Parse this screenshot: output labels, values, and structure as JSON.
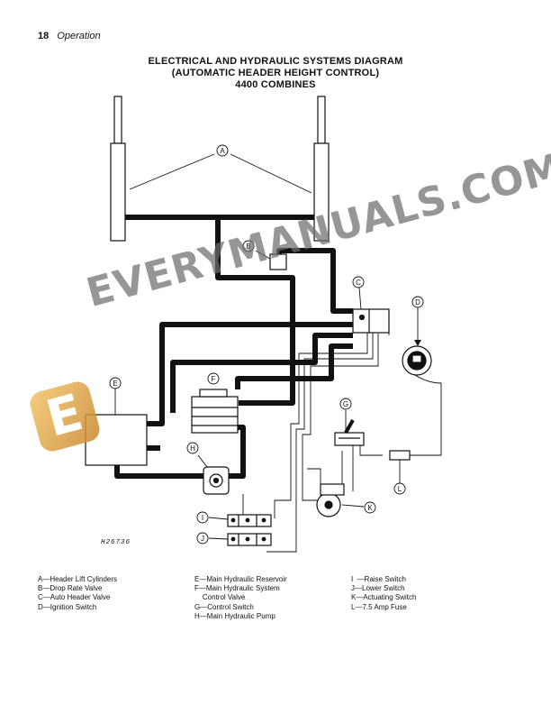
{
  "header": {
    "page_number": "18",
    "section": "Operation"
  },
  "title": {
    "line1": "ELECTRICAL AND HYDRAULIC SYSTEMS DIAGRAM",
    "line2": "(AUTOMATIC HEADER HEIGHT CONTROL)",
    "line3": "4400 COMBINES"
  },
  "callouts": {
    "a": "A",
    "b": "B",
    "c": "C",
    "d": "D",
    "e": "E",
    "f": "F",
    "g": "G",
    "h": "H",
    "i": "I",
    "j": "J",
    "k": "K",
    "l": "L"
  },
  "figure_id": "H26736",
  "legend": {
    "col1": [
      "A—Header Lift Cylinders",
      "B—Drop Rate Valve",
      "C—Auto Header Valve",
      "D—Ignition Switch"
    ],
    "col2": [
      "E—Main Hydraulic Reservoir",
      "F—Main Hydraulic System",
      "    Control Valve",
      "G—Control Switch",
      "H—Main Hydraulic Pump"
    ],
    "col3": [
      "I  —Raise Switch",
      "J—Lower Switch",
      "K—Actuating Switch",
      "L—7.5 Amp Fuse"
    ]
  },
  "watermark": {
    "text": "EVERYMANUALS.COM",
    "logo_letter": "E"
  }
}
